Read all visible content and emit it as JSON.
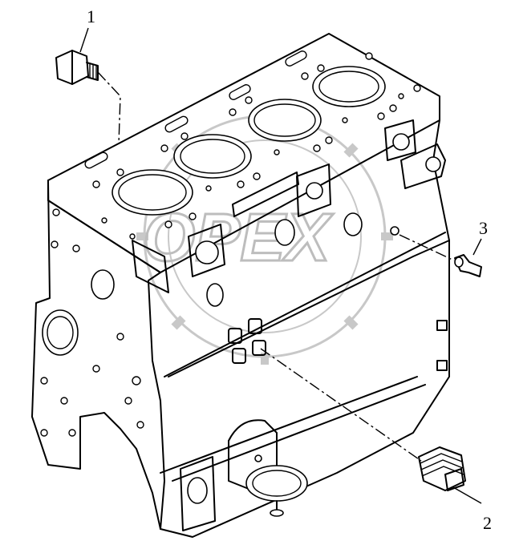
{
  "callouts": [
    {
      "label": "1",
      "part": "cylinder-block-plug"
    },
    {
      "label": "2",
      "part": "side-drain-plug"
    },
    {
      "label": "3",
      "part": "sensor-fitting"
    }
  ],
  "watermark": {
    "text": "OPEX"
  },
  "colors": {
    "line": "#000000",
    "background": "#ffffff",
    "watermark": "#bdbdbd"
  }
}
